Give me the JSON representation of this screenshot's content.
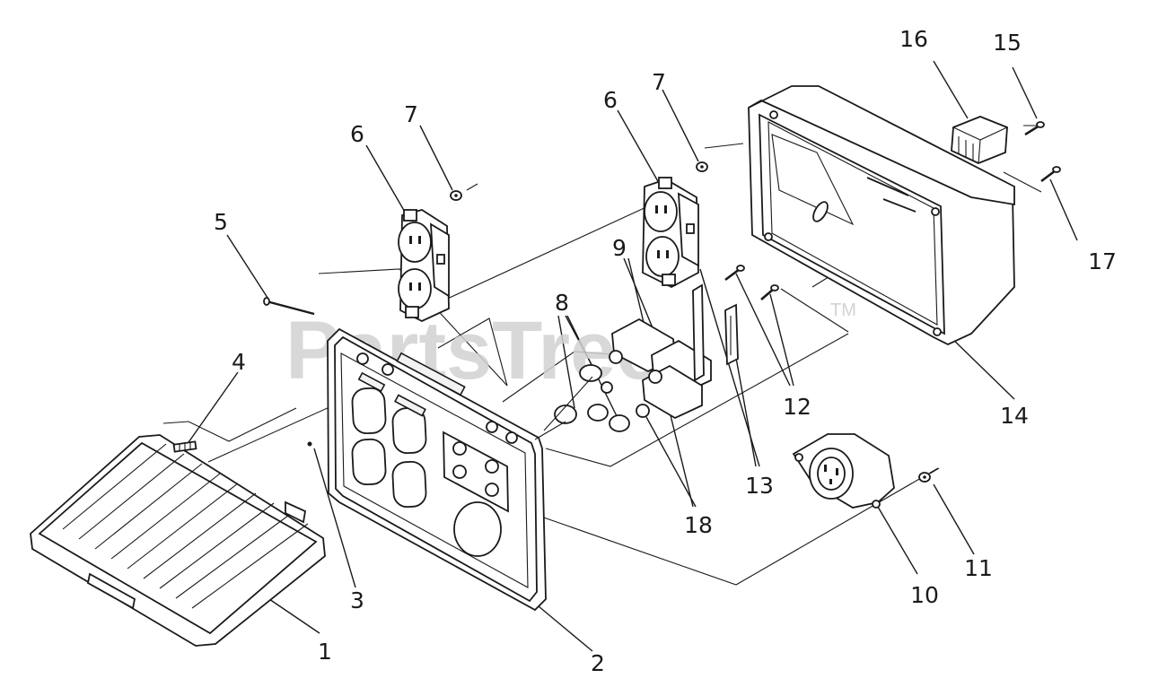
{
  "watermark": {
    "text": "PartsTree",
    "trademark": "TM"
  },
  "callouts": [
    "1",
    "2",
    "3",
    "4",
    "5",
    "6",
    "7",
    "6",
    "7",
    "8",
    "9",
    "10",
    "11",
    "12",
    "13",
    "14",
    "15",
    "16",
    "17",
    "18"
  ]
}
